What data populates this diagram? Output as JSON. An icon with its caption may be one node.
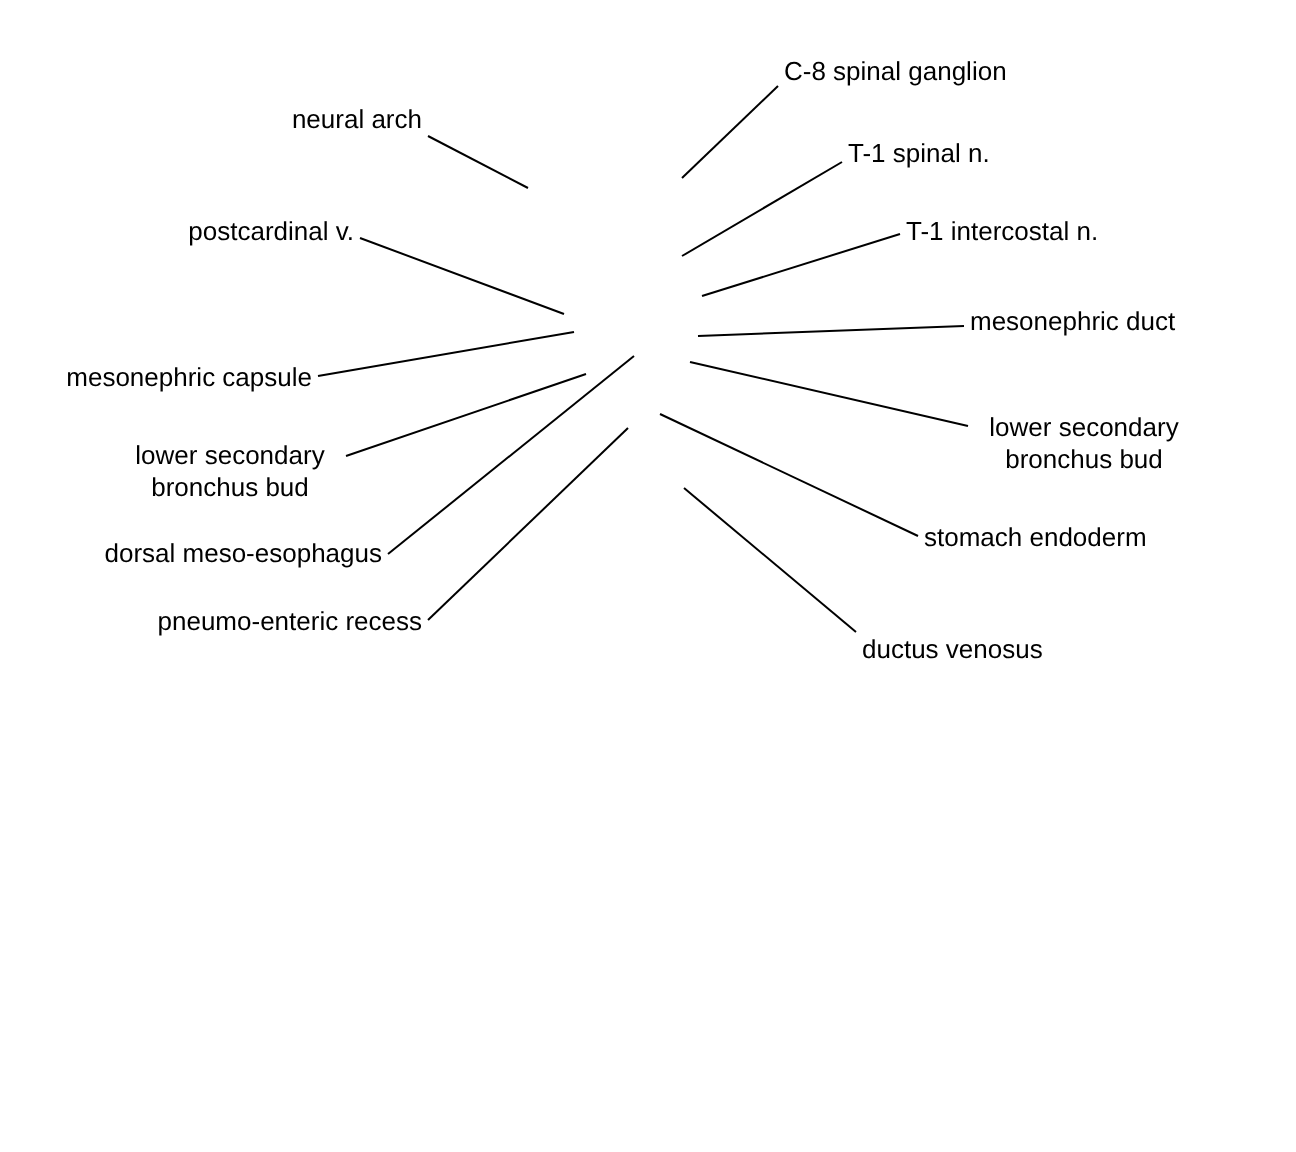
{
  "diagram": {
    "nodes": [
      {
        "text": [
          "neural arch"
        ]
      },
      {
        "text": [
          "postcardinal v."
        ]
      },
      {
        "text": [
          "mesonephric capsule"
        ]
      },
      {
        "text": [
          "lower secondary bronchus bud"
        ]
      },
      {
        "text": [
          "dorsal meso-esophagus"
        ]
      },
      {
        "text": [
          "pneumo-enteric recess"
        ]
      },
      {
        "text": [
          "C-8 spinal ganglion"
        ]
      },
      {
        "text": [
          "T-1 spinal n."
        ]
      },
      {
        "text": [
          "T-1 intercostal n."
        ]
      },
      {
        "text": [
          "mesonephric duct"
        ]
      },
      {
        "text": [
          "lower secondary bronchus bud"
        ]
      },
      {
        "text": [
          "stomach endoderm"
        ]
      },
      {
        "text": [
          "ductus venosus"
        ]
      }
    ],
    "edges": [
      {
        "from": 0,
        "to": null,
        "arrow": "none"
      },
      {
        "from": 1,
        "to": null,
        "arrow": "none"
      },
      {
        "from": 2,
        "to": null,
        "arrow": "none"
      },
      {
        "from": 3,
        "to": null,
        "arrow": "none"
      },
      {
        "from": 4,
        "to": null,
        "arrow": "none"
      },
      {
        "from": 5,
        "to": null,
        "arrow": "none"
      },
      {
        "from": 6,
        "to": null,
        "arrow": "none"
      },
      {
        "from": 7,
        "to": null,
        "arrow": "none"
      },
      {
        "from": 8,
        "to": null,
        "arrow": "none"
      },
      {
        "from": 9,
        "to": null,
        "arrow": "none"
      },
      {
        "from": 10,
        "to": null,
        "arrow": "none"
      },
      {
        "from": 11,
        "to": null,
        "arrow": "none"
      },
      {
        "from": 12,
        "to": null,
        "arrow": "none"
      }
    ]
  }
}
